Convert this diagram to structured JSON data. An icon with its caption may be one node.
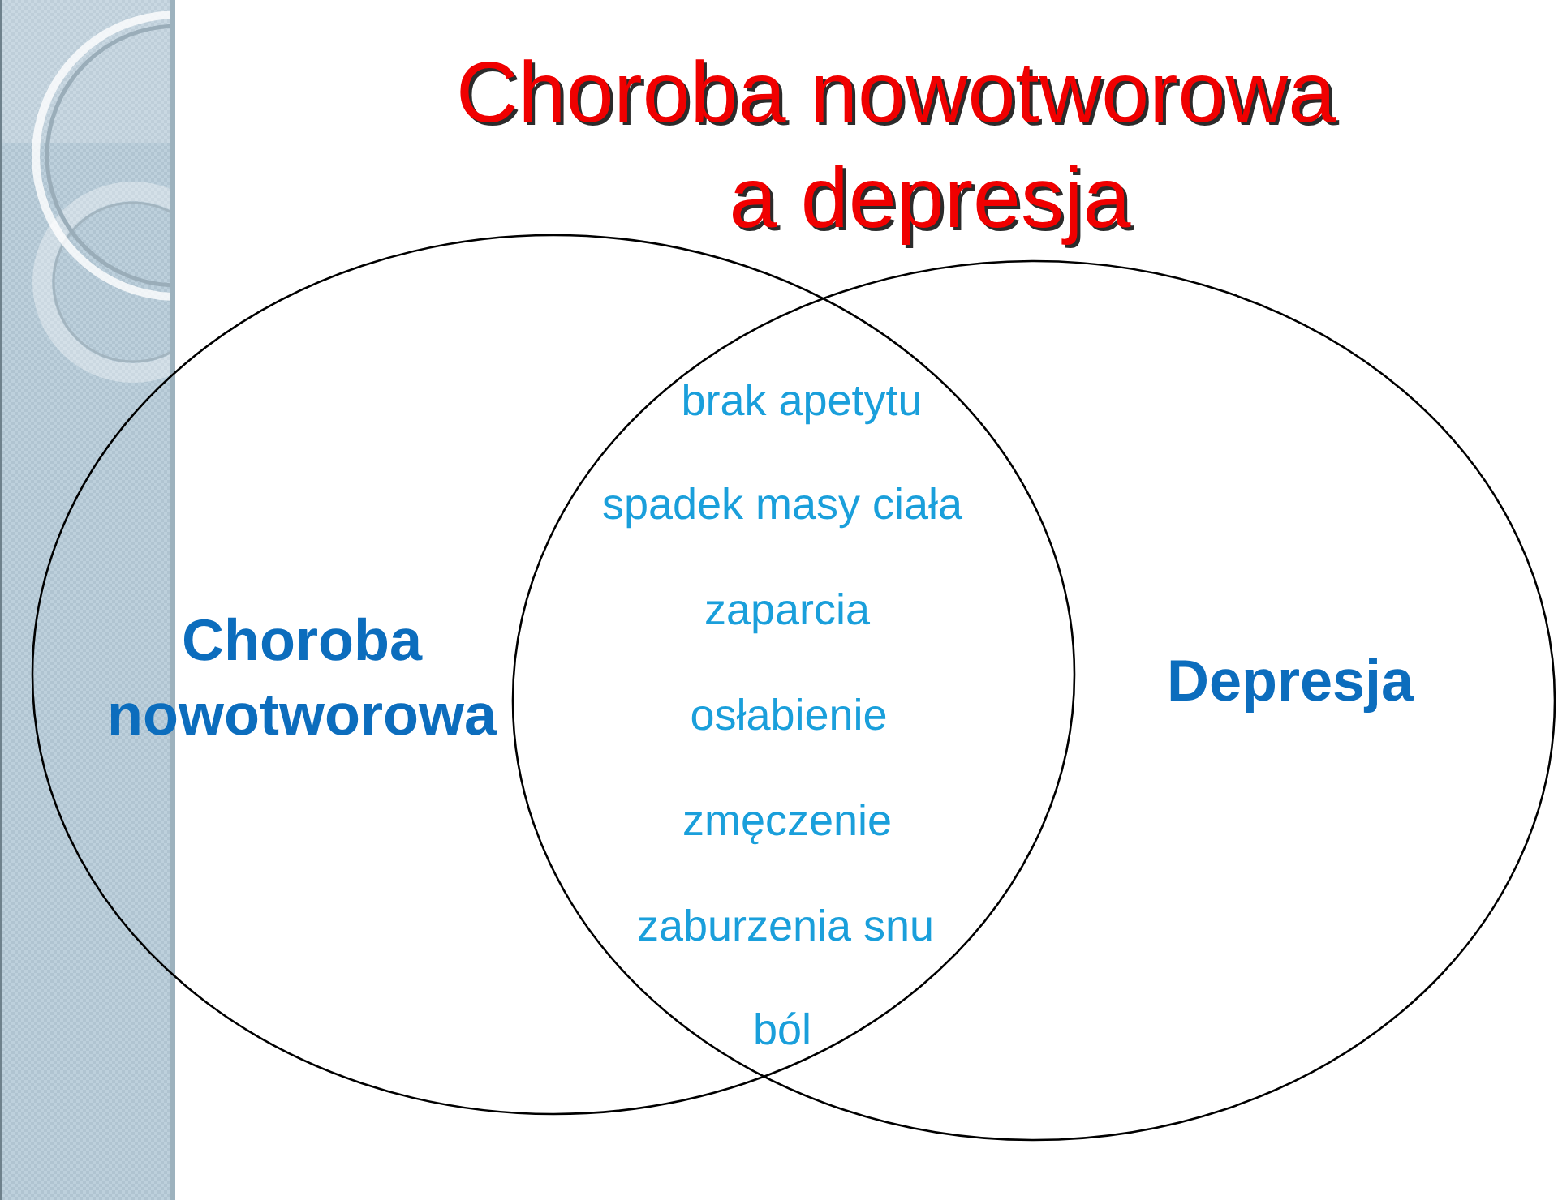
{
  "diagram": {
    "title": "Choroba nowotworowa a depresja",
    "nodes": [
      {
        "text": [
          "Choroba nowotworowa"
        ]
      },
      {
        "text": [
          "Depresja"
        ]
      }
    ],
    "labels": [
      "brak apetytu",
      "spadek masy ciała",
      "zaparcia",
      "osłabienie",
      "zmęczenie",
      "zaburzenia snu",
      "ból"
    ]
  }
}
